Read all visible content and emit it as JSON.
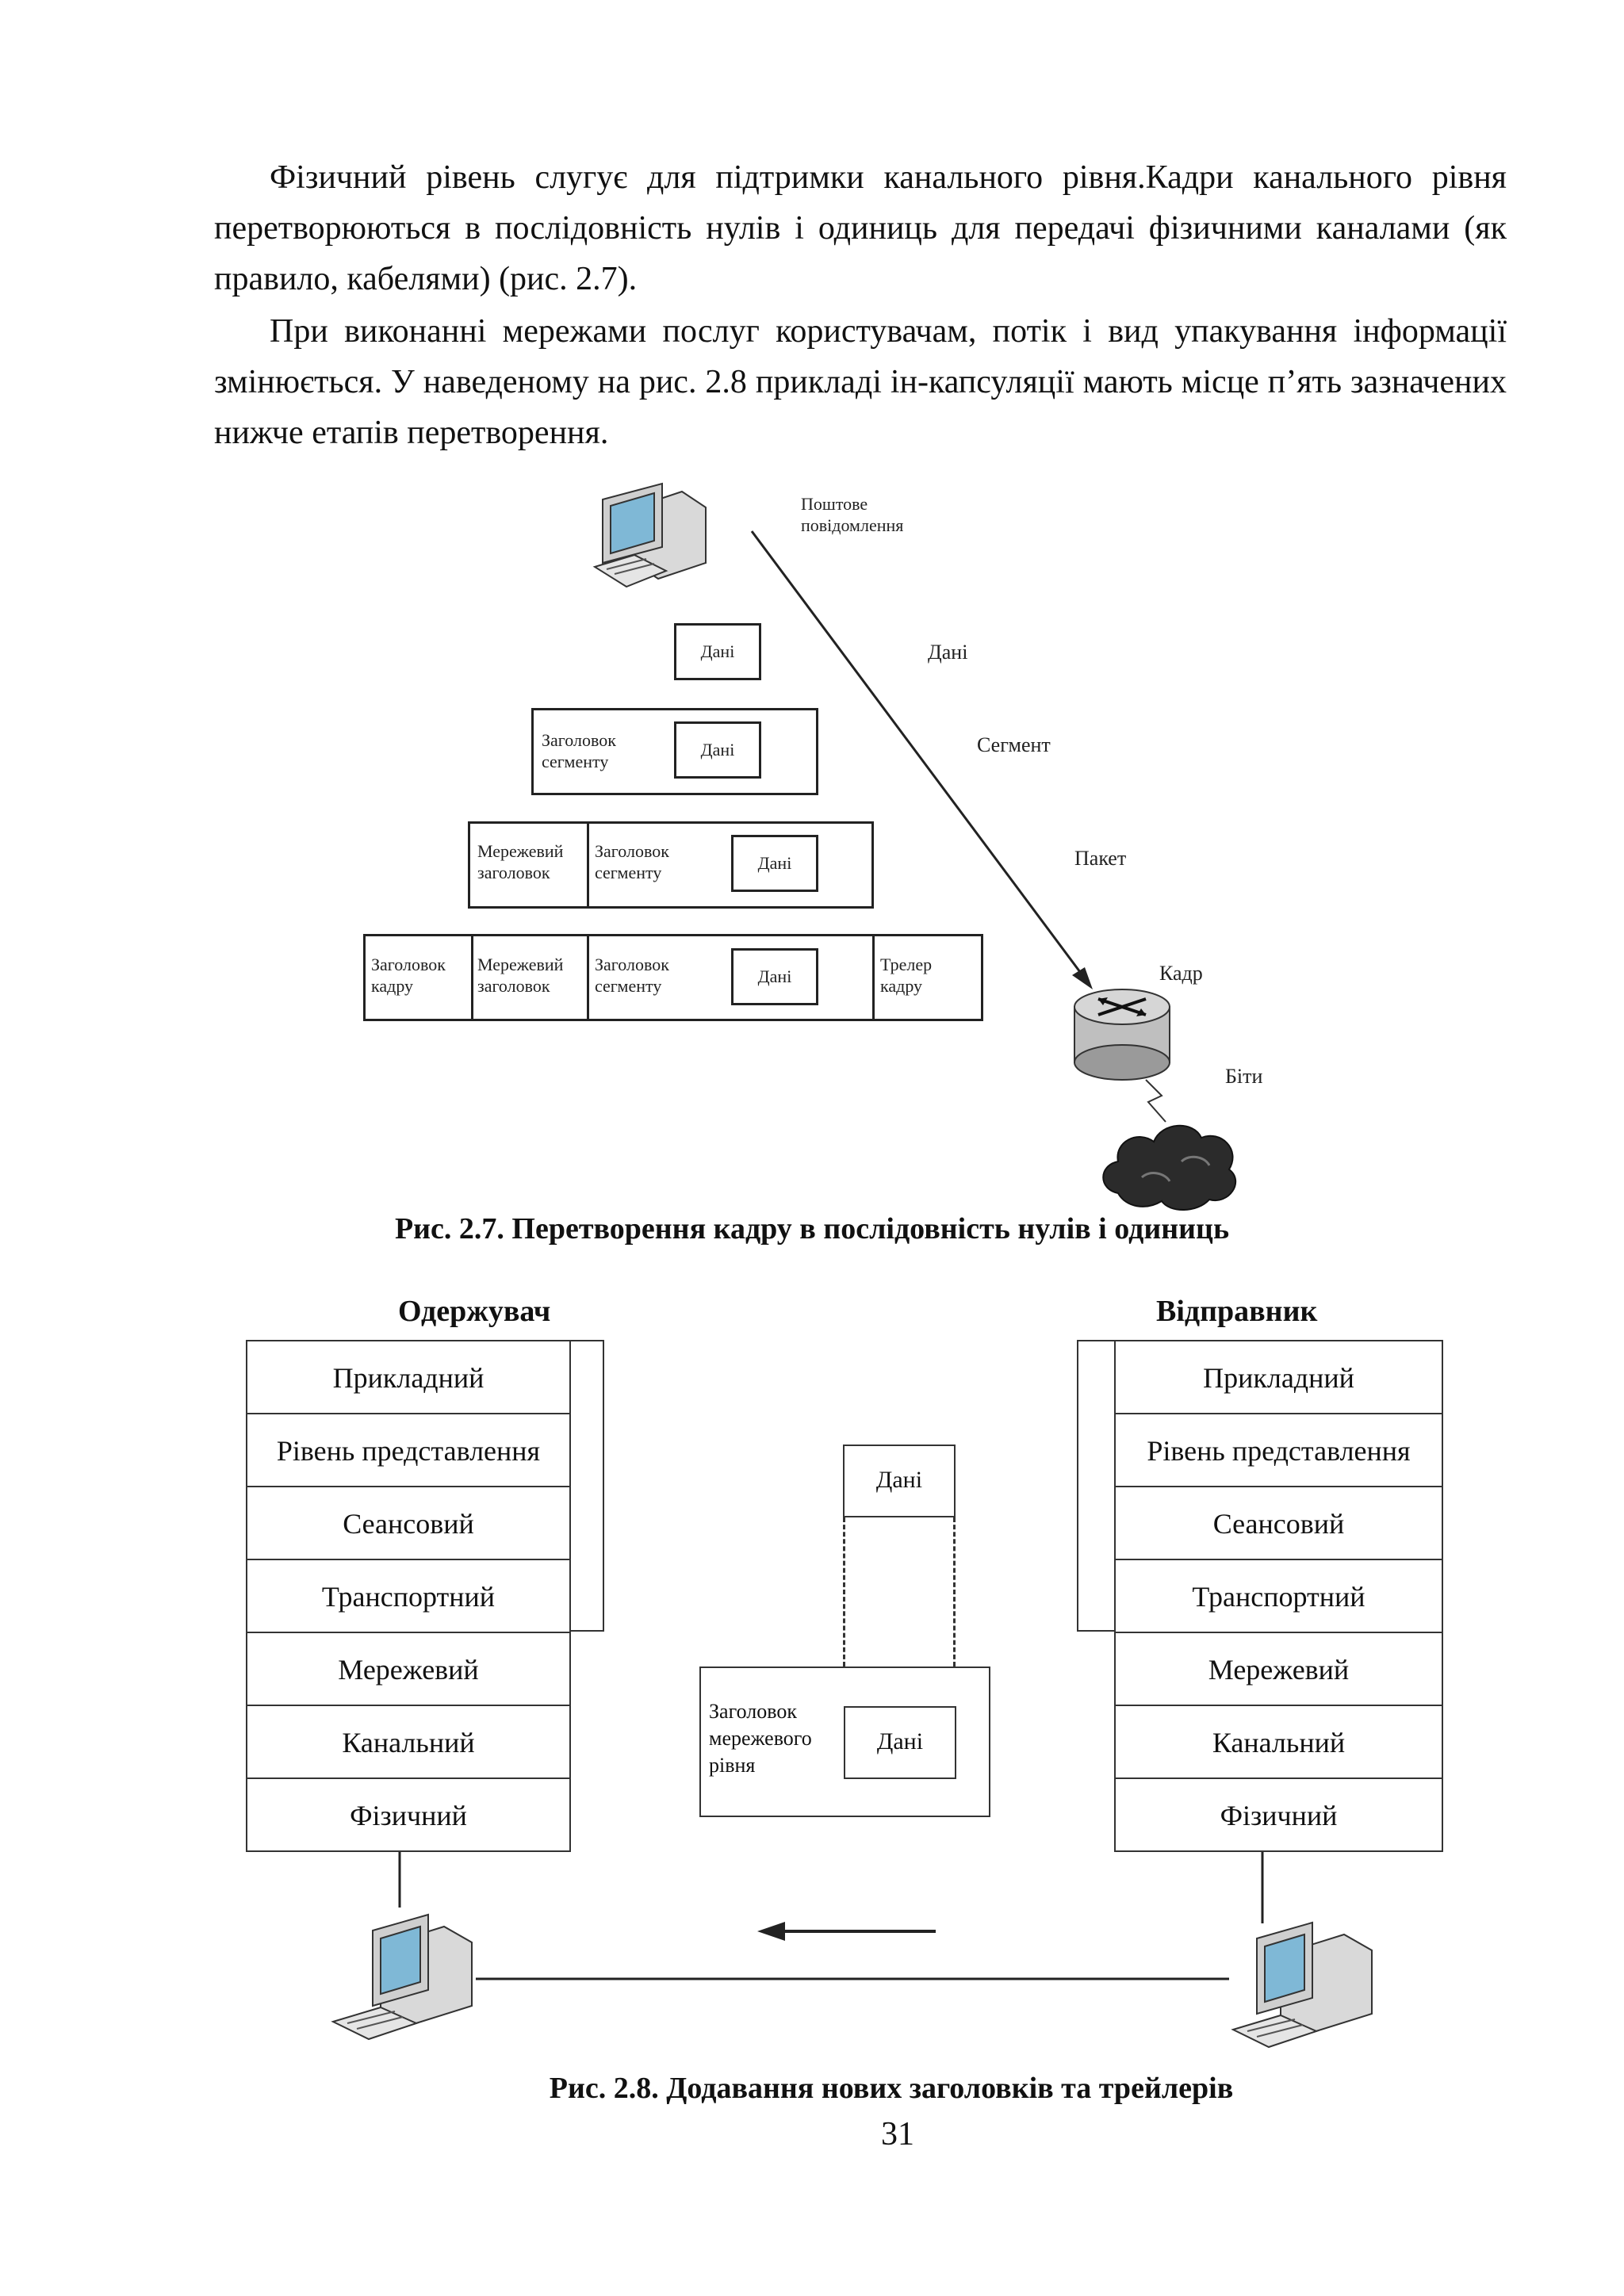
{
  "paragraphs": [
    "Фізичний рівень слугує для підтримки канального рівня.Кадри канального рівня перетворюються в послідовність нулів і одиниць для передачі фізичними каналами (як правило, кабелями) (рис. 2.7).",
    "При виконанні мережами послуг користувачам, потік і вид упакування інформації змінюється. У наведеному на рис. 2.8 прикладі ін-капсуляції мають місце п’ять зазначених нижче етапів перетворення."
  ],
  "fig27": {
    "mail_label": "Поштове\nповідомлення",
    "stage_data": "Дані",
    "stage_segment": "Сегмент",
    "stage_packet": "Пакет",
    "stage_frame": "Кадр",
    "stage_bits": "Біти",
    "data": "Дані",
    "segment_header": "Заголовок\nсегменту",
    "network_header": "Мережевий\nзаголовок",
    "frame_header": "Заголовок\nкадру",
    "frame_trailer": "Трелер\nкадру",
    "caption": "Рис. 2.7. Перетворення кадру в послідовність нулів і одиниць"
  },
  "fig28": {
    "receiver_title": "Одержувач",
    "sender_title": "Відправник",
    "layers": [
      "Прикладний",
      "Рівень представлення",
      "Сеансовий",
      "Транспортний",
      "Мережевий",
      "Канальний",
      "Фізичний"
    ],
    "data": "Дані",
    "network_header": "Заголовок\nмережевого\nрівня",
    "caption": "Рис. 2.8. Додавання нових заголовків та трейлерів"
  },
  "page_number": "31"
}
